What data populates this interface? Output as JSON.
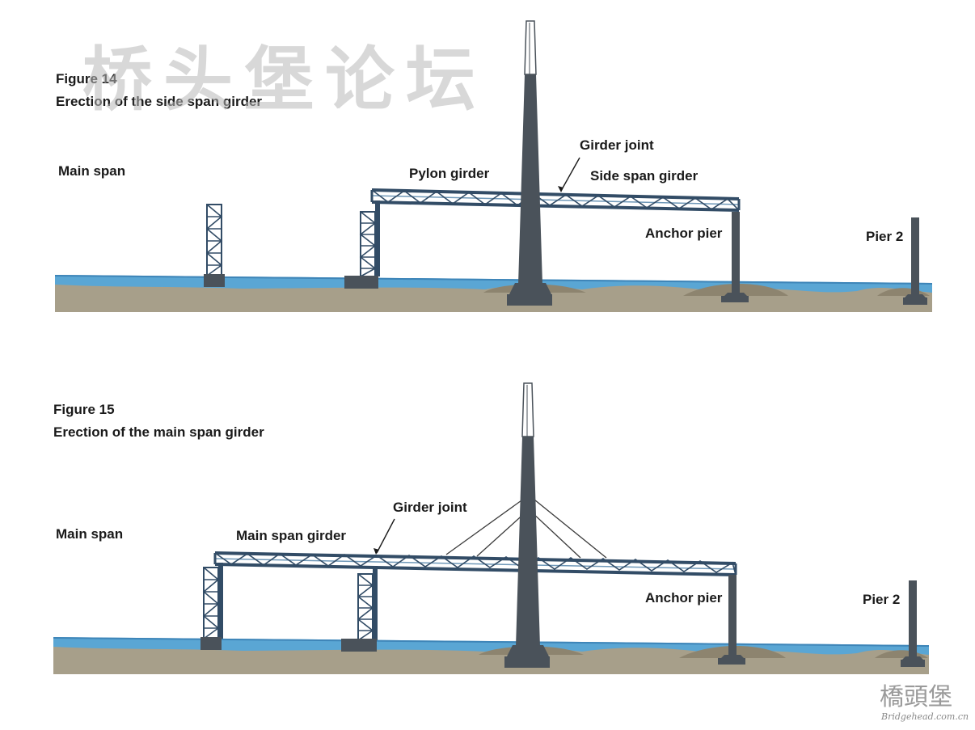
{
  "watermark": "桥头堡论坛",
  "logo": {
    "text": "橋頭堡",
    "url": "Bridgehead.com.cn"
  },
  "colors": {
    "water": "#5aa6d4",
    "water_dark": "#3e85b8",
    "ground": "#a79f8a",
    "mound": "#8d846f",
    "concrete": "#4a525a",
    "concrete_light": "#7e868d",
    "steel": "#324c66",
    "steel_light": "#6f98b8",
    "tower_top": "#ffffff"
  },
  "figures": [
    {
      "title": "Figure 14",
      "subtitle": "Erection of the side span girder",
      "labels": {
        "main_span": "Main span",
        "pylon_girder": "Pylon girder",
        "girder_joint": "Girder joint",
        "side_span_girder": "Side span girder",
        "anchor_pier": "Anchor pier",
        "pier2": "Pier 2"
      }
    },
    {
      "title": "Figure 15",
      "subtitle": "Erection of the main span girder",
      "labels": {
        "main_span": "Main span",
        "main_span_girder": "Main span girder",
        "girder_joint": "Girder joint",
        "anchor_pier": "Anchor pier",
        "pier2": "Pier 2"
      }
    }
  ]
}
